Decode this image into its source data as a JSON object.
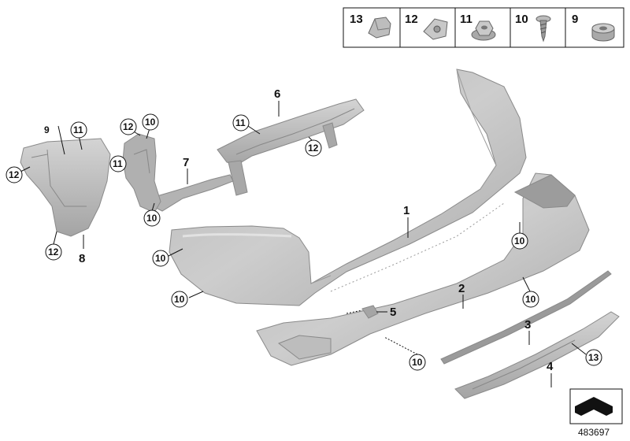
{
  "legend": [
    {
      "number": "13",
      "icon": "clip-icon"
    },
    {
      "number": "12",
      "icon": "spring-nut-icon"
    },
    {
      "number": "11",
      "icon": "hex-nut-icon"
    },
    {
      "number": "10",
      "icon": "screw-icon"
    },
    {
      "number": "9",
      "icon": "spacer-icon"
    }
  ],
  "parts": [
    {
      "label": "1",
      "name": "bumper-trim-panel"
    },
    {
      "label": "2",
      "name": "lower-trim-panel"
    },
    {
      "label": "3",
      "name": "trim-strip"
    },
    {
      "label": "4",
      "name": "diffuser-trim"
    },
    {
      "label": "5",
      "name": "small-clip"
    },
    {
      "label": "6",
      "name": "bumper-carrier"
    },
    {
      "label": "7",
      "name": "bracket-arm"
    },
    {
      "label": "8",
      "name": "guide-bracket"
    }
  ],
  "callouts": [
    "9",
    "10",
    "11",
    "12",
    "13"
  ],
  "reference_number": "483697",
  "colors": {
    "part_fill": "#c2c2c2",
    "part_dark": "#a9a9a9",
    "line": "#111111"
  }
}
